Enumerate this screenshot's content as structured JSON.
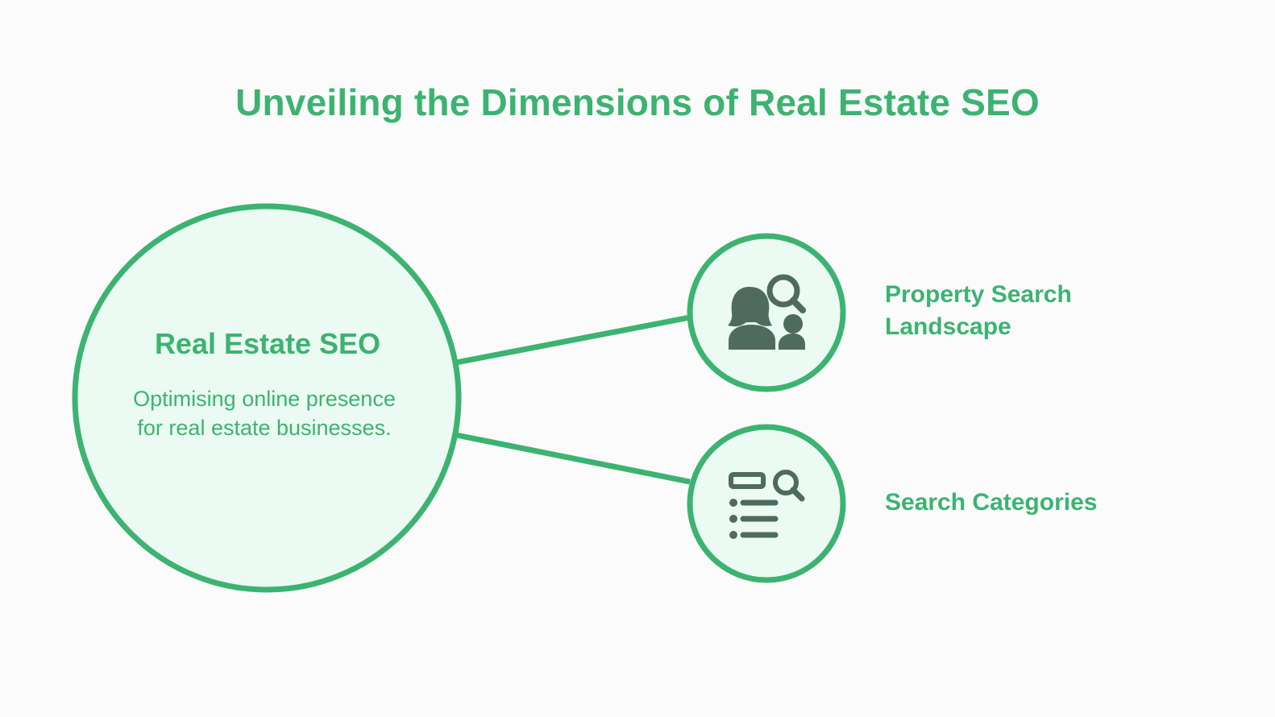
{
  "title": "Unveiling the Dimensions of Real Estate SEO",
  "colors": {
    "accent": "#3cb371",
    "circle_fill": "#ebfaf2",
    "icon": "#4e6b5e",
    "background": "#fbfbfb"
  },
  "main_topic": {
    "heading": "Real Estate SEO",
    "description": "Optimising online presence for real estate businesses."
  },
  "branches": [
    {
      "label": "Property Search Landscape",
      "icon": "people-search-icon"
    },
    {
      "label": "Search Categories",
      "icon": "list-search-icon"
    }
  ]
}
